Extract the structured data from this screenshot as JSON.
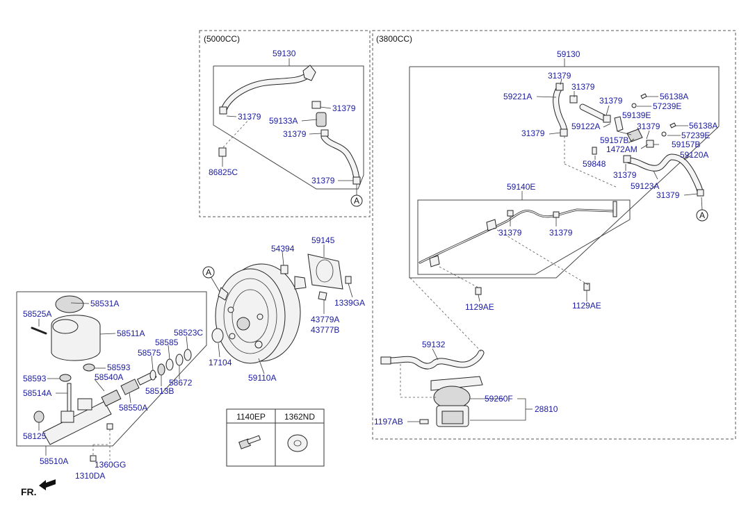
{
  "variants": {
    "v5000": "(5000CC)",
    "v3800": "(3800CC)"
  },
  "callouts": {
    "circle_a": "A"
  },
  "orientation": {
    "front_label": "FR."
  },
  "legend_table": {
    "col1": "1140EP",
    "col2": "1362ND"
  },
  "labels": {
    "v5000": {
      "p59130": "59130",
      "p31379a": "31379",
      "p31379b": "31379",
      "p59133a": "59133A",
      "p31379c": "31379",
      "p86825c": "86825C",
      "p31379d": "31379"
    },
    "v3800": {
      "p59130": "59130",
      "p31379a": "31379",
      "p59221a": "59221A",
      "p31379b": "31379",
      "p31379c": "31379",
      "p56138a_1": "56138A",
      "p57239e_1": "57239E",
      "p59139e": "59139E",
      "p59122a": "59122A",
      "p31379d": "31379",
      "p56138a_2": "56138A",
      "p31379e": "31379",
      "p57239e_2": "57239E",
      "p59157b_1": "59157B",
      "p59157b_2": "59157B",
      "p1472am": "1472AM",
      "p59120a": "59120A",
      "p59848": "59848",
      "p31379f": "31379",
      "p59123a": "59123A",
      "p31379g": "31379",
      "p59140e": "59140E",
      "p31379h": "31379",
      "p31379i": "31379",
      "p1129ae_1": "1129AE",
      "p1129ae_2": "1129AE",
      "p59132": "59132",
      "p59260f": "59260F",
      "p28810": "28810",
      "p1197ab": "1197AB"
    },
    "booster": {
      "p54394": "54394",
      "p59145": "59145",
      "p1339ga": "1339GA",
      "p43779a": "43779A",
      "p43777b": "43777B",
      "p17104": "17104",
      "p59110a": "59110A"
    },
    "master": {
      "p58531a": "58531A",
      "p58525a": "58525A",
      "p58511a": "58511A",
      "p58523c": "58523C",
      "p58585": "58585",
      "p58575": "58575",
      "p58593_1": "58593",
      "p58593_2": "58593",
      "p58540a": "58540A",
      "p58514a": "58514A",
      "p58513b": "58513B",
      "p58672": "58672",
      "p58550a": "58550A",
      "p58125": "58125",
      "p58510a": "58510A",
      "p1360gg": "1360GG",
      "p1310da": "1310DA"
    }
  }
}
